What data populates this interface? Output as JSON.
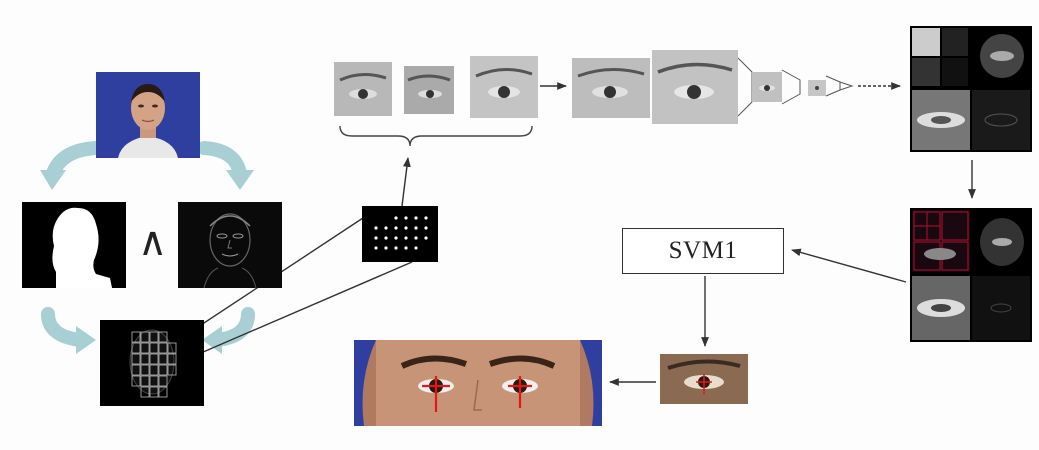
{
  "nodes": {
    "svm_label": "SVM1",
    "and_symbol": "∧"
  },
  "colors": {
    "portrait_bg": "#2f3fa0",
    "curved_arrow": "#a8d0d4",
    "crosshair": "#e01818",
    "wavelet_grid": "#b01030",
    "box_border": "#333333"
  },
  "icons": [
    "portrait-photo",
    "face-silhouette-mask",
    "face-edge-map",
    "face-grid-candidates",
    "dot-template",
    "eye-patch",
    "wavelet-decomposition",
    "eye-crop",
    "eyes-result-photo"
  ]
}
